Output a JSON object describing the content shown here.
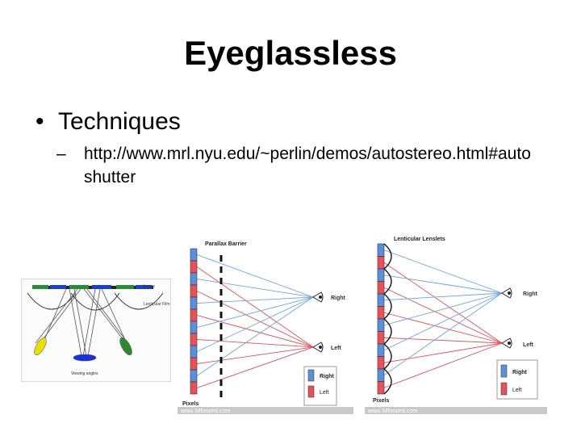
{
  "slide": {
    "title": "Eyeglassless",
    "bullets": [
      {
        "text": "Techniques",
        "sub": [
          "http://www.mrl.nyu.edu/~perlin/demos/autostereo.html#autoshutter"
        ]
      }
    ]
  },
  "figures": {
    "shutter_glasses": {
      "label_image": "Image",
      "label_film": "Lenticular Film",
      "label_viewing": "Viewing angles"
    },
    "parallax_barrier": {
      "title": "Parallax Barrier",
      "label_right": "Right",
      "label_left": "Left",
      "label_pixels": "Pixels",
      "legend_right": "Right",
      "legend_left": "Left",
      "watermark": "www.3dforums.com"
    },
    "lenticular": {
      "title": "Lenticular Lenslets",
      "label_right": "Right",
      "label_left": "Left",
      "label_pixels": "Pixels",
      "legend_right": "Right",
      "legend_left": "Left",
      "watermark": "www.3dforums.com"
    }
  },
  "colors": {
    "pixel_blue": "#5b8fd9",
    "pixel_red": "#e8515a",
    "ray_blue": "#6fa3e6",
    "ray_red": "#e2505a"
  }
}
